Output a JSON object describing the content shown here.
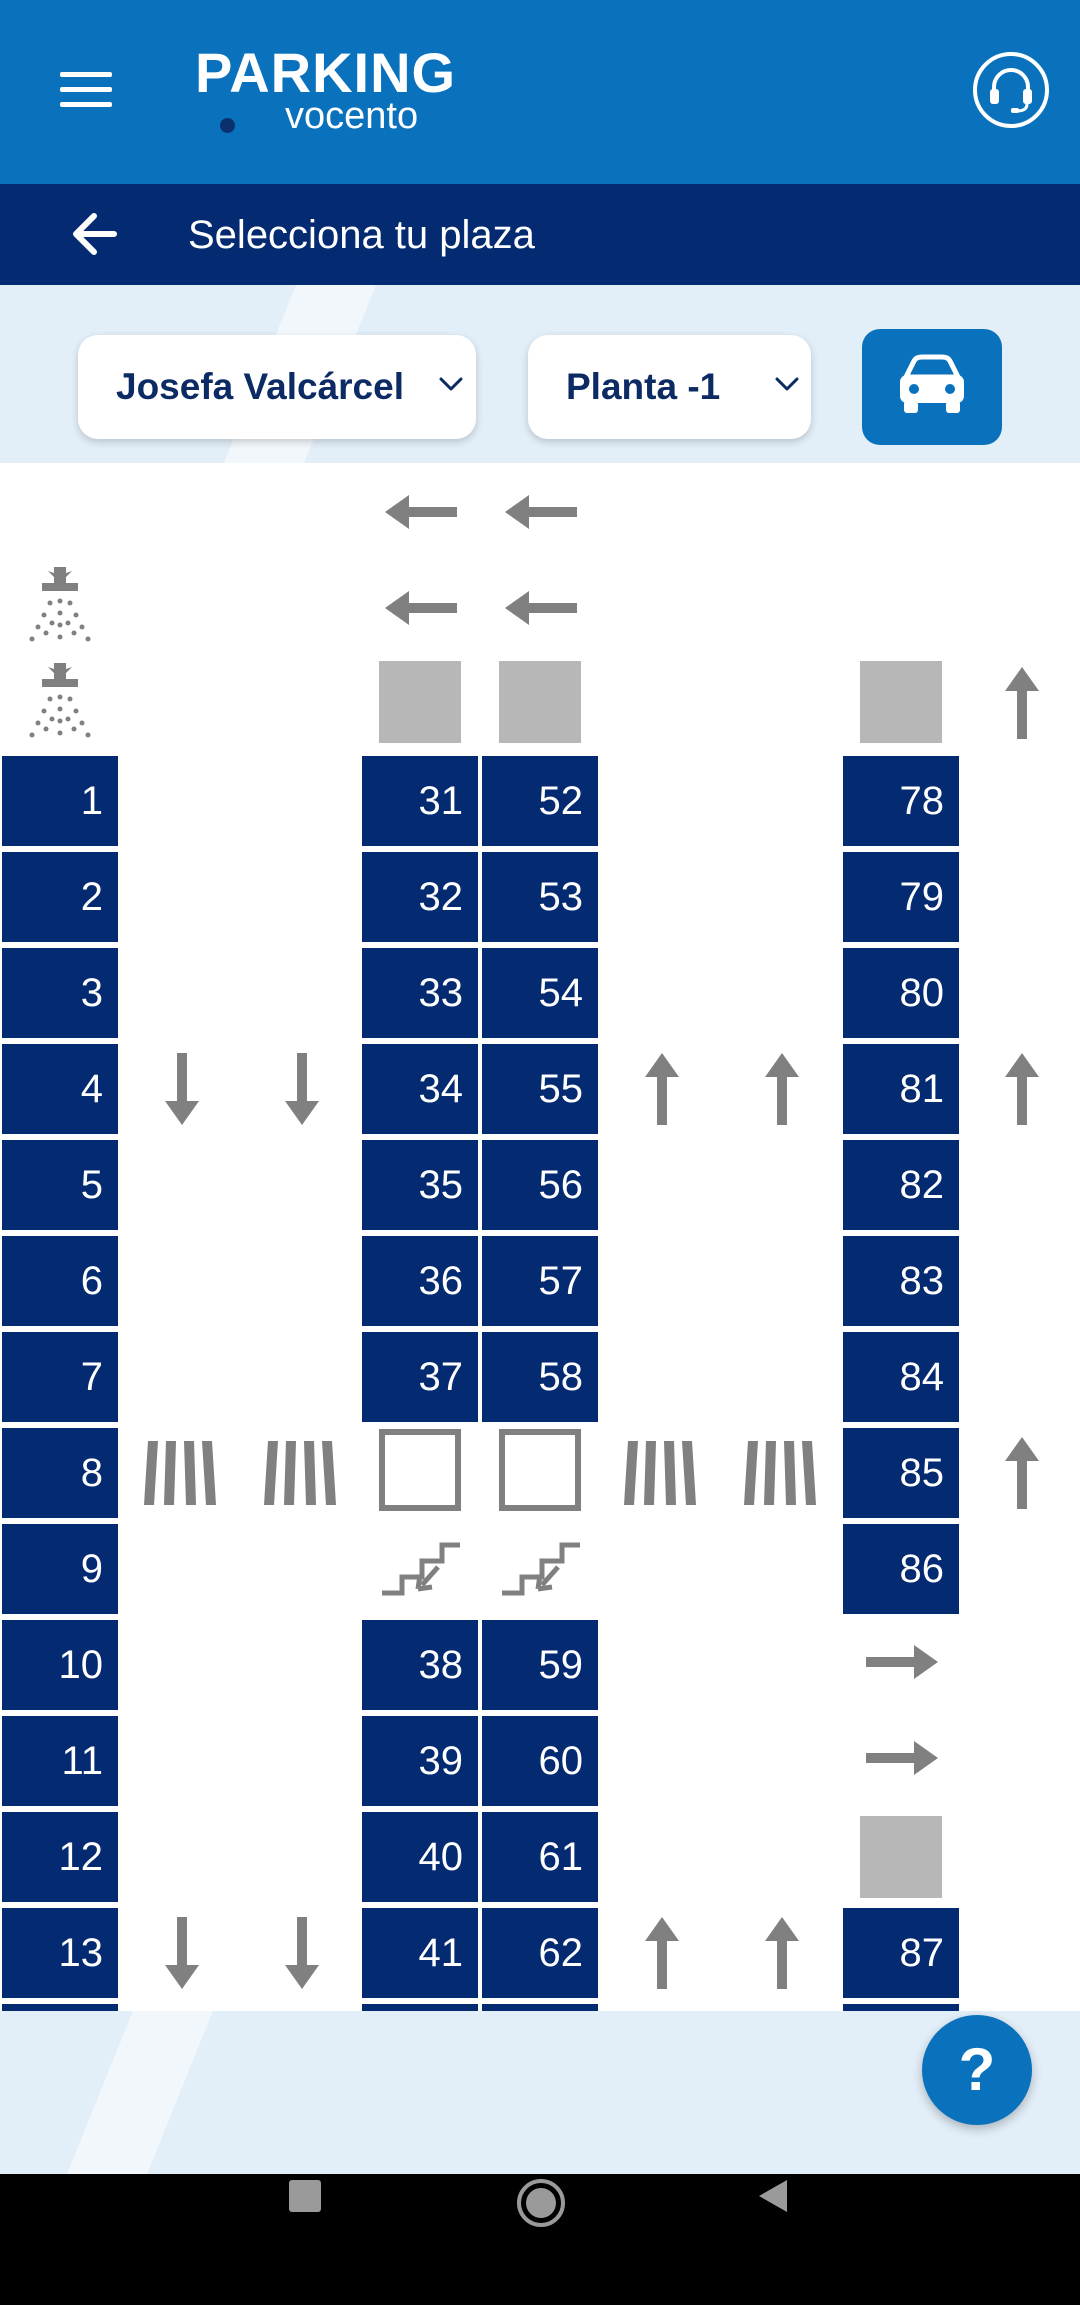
{
  "app": {
    "logo_main": "PARKING",
    "logo_sub": "vocento"
  },
  "header": {
    "menu_icon": "hamburger-menu-icon",
    "support_icon": "headset-icon"
  },
  "subheader": {
    "title": "Selecciona tu plaza",
    "back_icon": "arrow-left-icon"
  },
  "filters": {
    "location": "Josefa Valcárcel",
    "floor": "Planta -1",
    "car_icon": "car-icon"
  },
  "parking_map": {
    "column_a": [
      "1",
      "2",
      "3",
      "4",
      "5",
      "6",
      "7",
      "8",
      "9",
      "10",
      "11",
      "12",
      "13"
    ],
    "column_b_top": [
      "31",
      "32",
      "33",
      "34",
      "35",
      "36",
      "37"
    ],
    "column_b_bottom": [
      "38",
      "39",
      "40",
      "41"
    ],
    "column_c_top": [
      "52",
      "53",
      "54",
      "55",
      "56",
      "57",
      "58"
    ],
    "column_c_bottom": [
      "59",
      "60",
      "61",
      "62"
    ],
    "column_d_top": [
      "78",
      "79",
      "80",
      "81",
      "82",
      "83",
      "84",
      "85",
      "86"
    ],
    "column_d_bottom": [
      "87"
    ],
    "legend_icons": [
      "sprinkler-icon",
      "arrow-left-icon",
      "arrow-down-icon",
      "arrow-up-icon",
      "arrow-right-icon",
      "pedestrian-crossing-icon",
      "stairs-icon",
      "blocked-square-icon",
      "empty-square-icon"
    ]
  },
  "help": {
    "label": "?"
  },
  "colors": {
    "primary": "#0a72bd",
    "dark_navy": "#042a72",
    "spot": "#042a72",
    "map_icon": "#808080",
    "background_light": "#e2eef8"
  }
}
